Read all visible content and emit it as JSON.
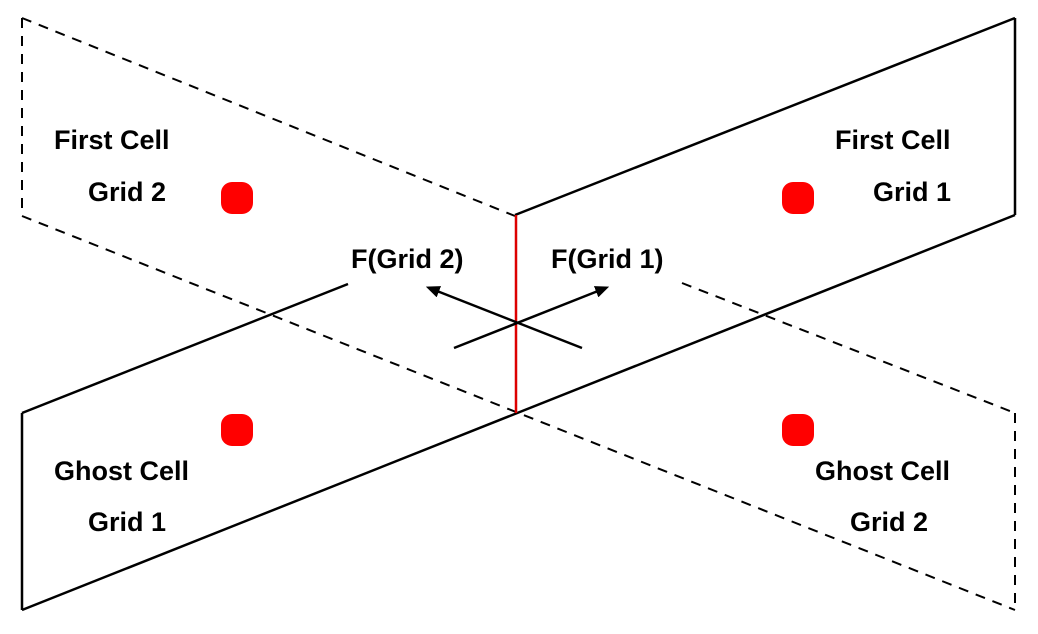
{
  "labels": {
    "first_cell_grid2_title": "First Cell",
    "first_cell_grid2_grid": "Grid 2",
    "first_cell_grid1_title": "First Cell",
    "first_cell_grid1_grid": "Grid 1",
    "ghost_cell_grid1_title": "Ghost Cell",
    "ghost_cell_grid1_grid": "Grid 1",
    "ghost_cell_grid2_title": "Ghost Cell",
    "ghost_cell_grid2_grid": "Grid 2",
    "flux_grid2": "F(Grid 2)",
    "flux_grid1": "F(Grid 1)"
  },
  "colors": {
    "grid1_outline": "#000000",
    "grid2_outline": "#000000",
    "cell_centers": "#ff0000",
    "interface": "#dd0000",
    "flux_arrows": "#000000"
  }
}
